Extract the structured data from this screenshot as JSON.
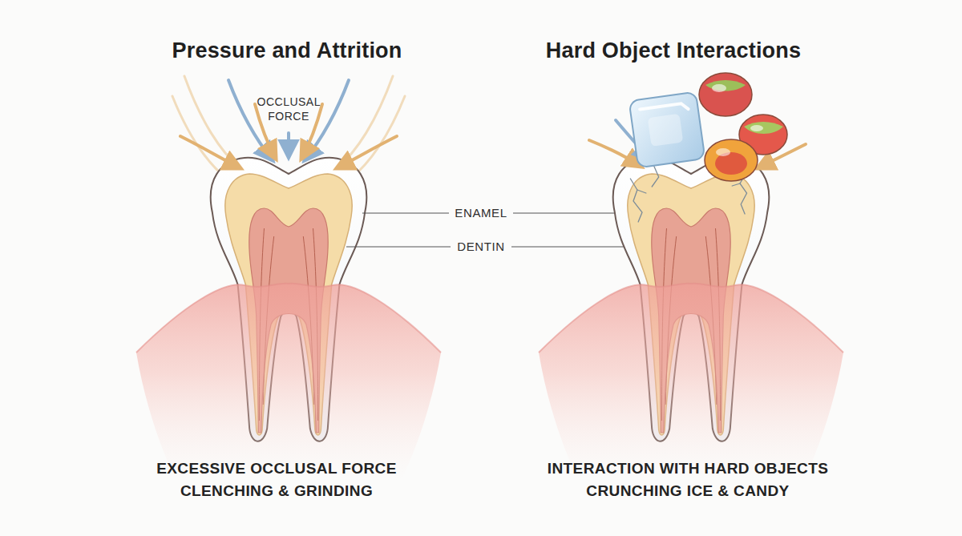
{
  "diagram": {
    "labels": [
      "Pressure and Attrition",
      "Hard Object Interactions",
      "OCCLUSAL FORCE",
      "ENAMEL",
      "DENTIN",
      "EXCESSIVE OCCLUSAL FORCE",
      "CLENCHING & GRINDING",
      "INTERACTION WITH HARD OBJECTS",
      "CRUNCHING ICE & CANDY"
    ]
  }
}
